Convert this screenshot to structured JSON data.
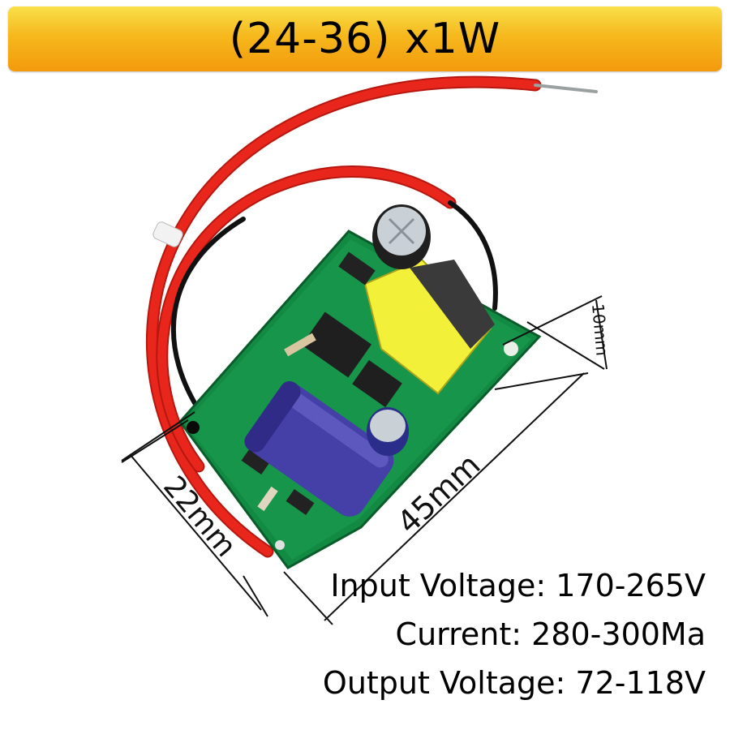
{
  "banner": {
    "title": "(24-36) x1W"
  },
  "product": {
    "icons": [
      "led-driver-board-icon",
      "red-wire-icon"
    ],
    "colors": {
      "board": "#17954a",
      "wire": "#e8261c",
      "transformer": "#f3f03a",
      "capacitor_large": "#4440a8",
      "banner_top": "#f9e04a",
      "banner_bottom": "#f39a0c"
    }
  },
  "dimensions": {
    "width_label": "22mm",
    "length_label": "45mm",
    "height_label": "10mm"
  },
  "specs": {
    "input_voltage": "Input Voltage: 170-265V",
    "current": "Current: 280-300Ma",
    "output_voltage": "Output Voltage: 72-118V"
  }
}
